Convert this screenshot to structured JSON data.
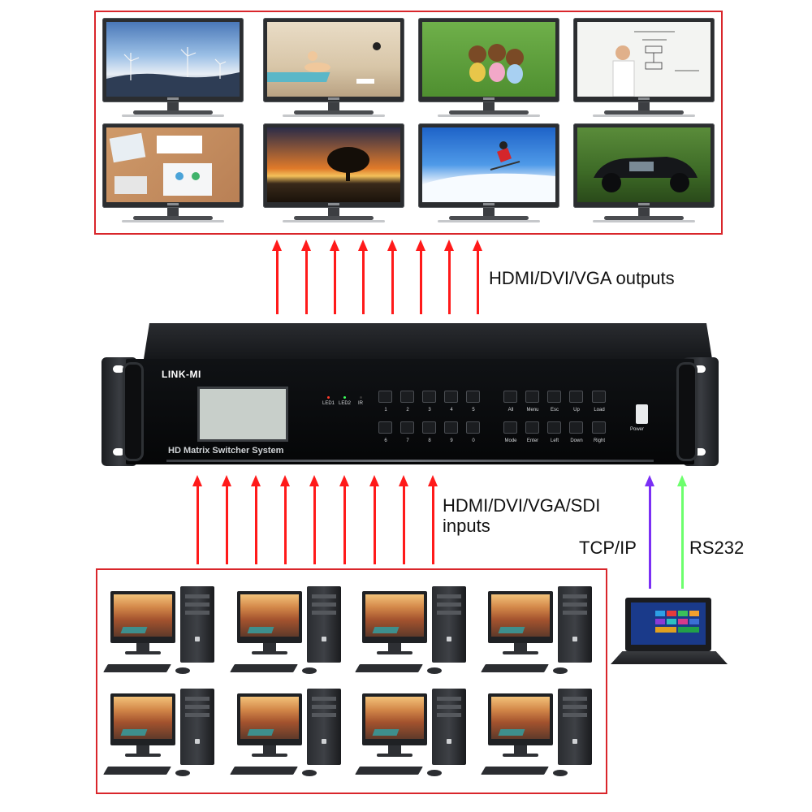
{
  "labels": {
    "outputs": "HDMI/DVI/VGA outputs",
    "inputs_line1": "HDMI/DVI/VGA/SDI",
    "inputs_line2": "inputs",
    "tcpip": "TCP/IP",
    "rs232": "RS232"
  },
  "device": {
    "brand": "LINK-MI",
    "system_name": "HD Matrix Switcher System",
    "leds": [
      "LED1",
      "LED2",
      "IR"
    ],
    "number_keys_top": [
      "1",
      "2",
      "3",
      "4",
      "5"
    ],
    "number_keys_bottom": [
      "6",
      "7",
      "8",
      "9",
      "0"
    ],
    "function_keys_top": [
      "All",
      "Menu",
      "Esc",
      "Up",
      "Load"
    ],
    "function_keys_bottom": [
      "Mode",
      "Enter",
      "Left",
      "Down",
      "Right"
    ],
    "power_label": "Power"
  },
  "colors": {
    "frame": "#d9262b",
    "signal_arrow": "#ff1a1a",
    "tcpip_arrow": "#7b2ff5",
    "rs232_arrow": "#6dff6d"
  },
  "tv_screens": [
    "wind-turbines",
    "woman-yoga-mat",
    "plush-toys",
    "man-whiteboard",
    "office-desk",
    "sunset-tree",
    "skier",
    "vintage-car"
  ],
  "output_arrow_count": 8,
  "input_arrow_count": 9,
  "computer_count": 8
}
